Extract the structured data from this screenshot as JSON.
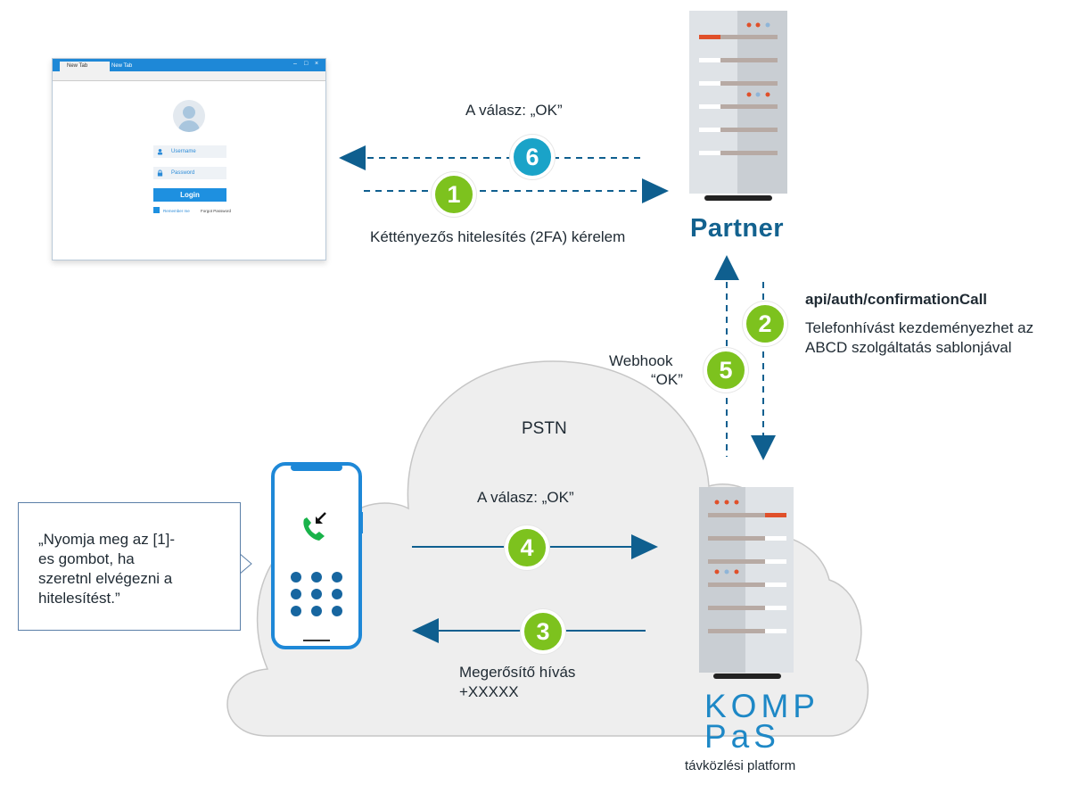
{
  "browser": {
    "tabs": [
      "New Tab",
      "New Tab"
    ],
    "username_placeholder": "Username",
    "password_placeholder": "Password",
    "login_label": "Login",
    "remember_label": "Remember me",
    "forgot_label": "Forgot Password"
  },
  "flow": {
    "step1": {
      "number": "1",
      "label": "Kéttényezős hitelesítés (2FA) kérelem"
    },
    "step2": {
      "number": "2",
      "api": "api/auth/confirmationCall",
      "description": "Telefonhívást kezdeményezhet az ABCD szolgáltatás sablonjával"
    },
    "step3": {
      "number": "3",
      "label_line1": "Megerősítő hívás",
      "label_line2": "+XXXXX"
    },
    "step4": {
      "number": "4",
      "label": "A válasz: „OK”"
    },
    "step5": {
      "number": "5",
      "label_line1": "Webhook",
      "label_line2": "“OK”"
    },
    "step6": {
      "number": "6",
      "label": "A válasz: „OK”"
    }
  },
  "partner": {
    "title": "Partner"
  },
  "cloud": {
    "label": "PSTN"
  },
  "speech": {
    "text": "„Nyomja meg az [1]-es gombot, ha szeretnl elvégezni a hitelesítést.”"
  },
  "brand": {
    "logo_line1": "KOMP",
    "logo_line2": "PaS",
    "tagline": "távközlési platform"
  },
  "colors": {
    "arrow": "#0f5f8f",
    "green": "#7dc21e",
    "blue": "#1aa3c8",
    "partner": "#13628f",
    "kompas": "#1e88c6",
    "accent_red": "#e0502a"
  }
}
